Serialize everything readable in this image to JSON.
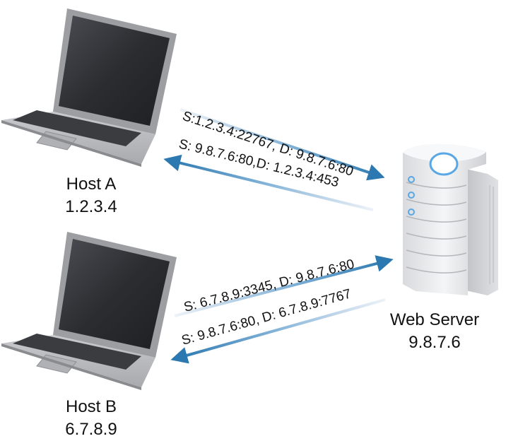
{
  "host_a": {
    "name": "Host A",
    "ip": "1.2.3.4"
  },
  "host_b": {
    "name": "Host B",
    "ip": "6.7.8.9"
  },
  "server": {
    "name": "Web Server",
    "ip": "9.8.7.6"
  },
  "flows": {
    "a_to_server": "S:1.2.3.4:22767, D: 9.8.7.6:80",
    "server_to_a": "S: 9.8.7.6:80,D: 1.2.3.4:453",
    "b_to_server": "S: 6.7.8.9:3345, D: 9.8.7.6:80",
    "server_to_b": "S: 9.8.7.6:80, D: 6.7.8.9:7767"
  },
  "colors": {
    "arrow_blue": "#2c78b0",
    "arrow_fade": "#e8eef6",
    "laptop_body": "#b8b9bd",
    "laptop_screen": "#2b2d31",
    "server_body": "#e6e7ea",
    "server_light": "#5aa7e6"
  }
}
